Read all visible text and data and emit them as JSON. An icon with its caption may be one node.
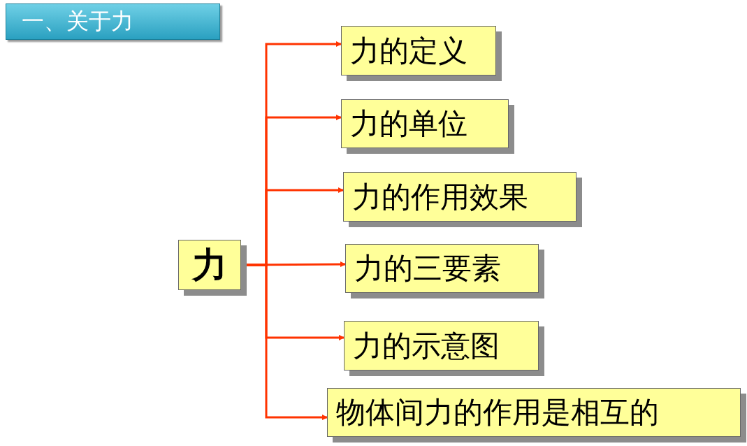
{
  "diagram": {
    "title": "一、关于力",
    "nodes": [
      {
        "text": [
          "力"
        ]
      },
      {
        "text": [
          "力的定义"
        ]
      },
      {
        "text": [
          "力的单位"
        ]
      },
      {
        "text": [
          "力的作用效果"
        ]
      },
      {
        "text": [
          "力的三要素"
        ]
      },
      {
        "text": [
          "力的示意图"
        ]
      },
      {
        "text": [
          "物体间力的作用是相互的"
        ]
      }
    ],
    "edges": [
      {
        "from": 0,
        "to": 1,
        "arrow": "to"
      },
      {
        "from": 0,
        "to": 2,
        "arrow": "to"
      },
      {
        "from": 0,
        "to": 3,
        "arrow": "to"
      },
      {
        "from": 0,
        "to": 4,
        "arrow": "to"
      },
      {
        "from": 0,
        "to": 5,
        "arrow": "to"
      },
      {
        "from": 0,
        "to": 6,
        "arrow": "to"
      }
    ]
  }
}
